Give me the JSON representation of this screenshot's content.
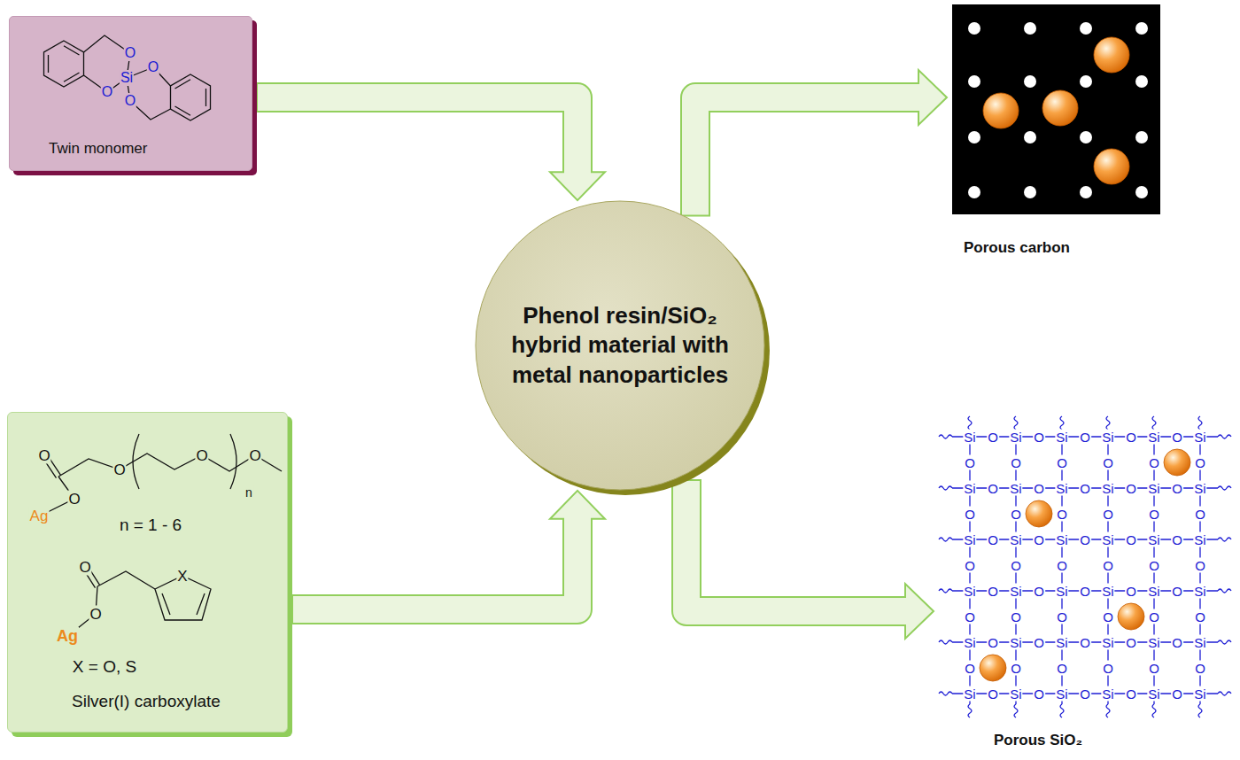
{
  "diagram": {
    "nodes": [
      {
        "text": [
          "Twin monomer"
        ]
      },
      {
        "text": [
          "Silver(I) carboxylate"
        ]
      },
      {
        "text": [
          "Phenol resin/SiO₂ hybrid material with metal nanoparticles"
        ]
      },
      {
        "text": [
          "Porous carbon"
        ]
      },
      {
        "text": [
          "Porous SiO₂"
        ]
      }
    ],
    "edges": [
      {
        "from": 0,
        "to": 2,
        "arrow": "to"
      },
      {
        "from": 1,
        "to": 2,
        "arrow": "to"
      },
      {
        "from": 2,
        "to": 3,
        "arrow": "to"
      },
      {
        "from": 2,
        "to": 4,
        "arrow": "to"
      }
    ],
    "labels": [
      "O",
      "O",
      "Si",
      "O",
      "O",
      "O",
      "O",
      "O",
      "O",
      "n",
      "O",
      "Ag",
      "n = 1 - 6",
      "O",
      "X",
      "O",
      "Ag",
      "X = O, S",
      "Si",
      "O",
      "Si",
      "O",
      "Si",
      "O",
      "Si",
      "O",
      "Si",
      "O",
      "Si",
      "O",
      "O",
      "O",
      "O",
      "O",
      "O",
      "Si",
      "O",
      "Si",
      "O",
      "Si",
      "O",
      "Si",
      "O",
      "Si",
      "O",
      "Si",
      "O",
      "O",
      "O",
      "O",
      "O",
      "O",
      "Si",
      "O",
      "Si",
      "O",
      "Si",
      "O",
      "Si",
      "O",
      "Si",
      "O",
      "Si",
      "O",
      "O",
      "O",
      "O",
      "O",
      "O",
      "Si",
      "O",
      "Si",
      "O",
      "Si",
      "O",
      "Si",
      "O",
      "Si",
      "O",
      "Si",
      "O",
      "O",
      "O",
      "O",
      "O",
      "O",
      "Si",
      "O",
      "Si",
      "O",
      "Si",
      "O",
      "Si",
      "O",
      "Si",
      "O",
      "Si",
      "O",
      "O",
      "O",
      "O",
      "O",
      "O",
      "Si",
      "O",
      "Si",
      "O",
      "Si",
      "O",
      "Si",
      "O",
      "Si",
      "O",
      "Si"
    ]
  }
}
